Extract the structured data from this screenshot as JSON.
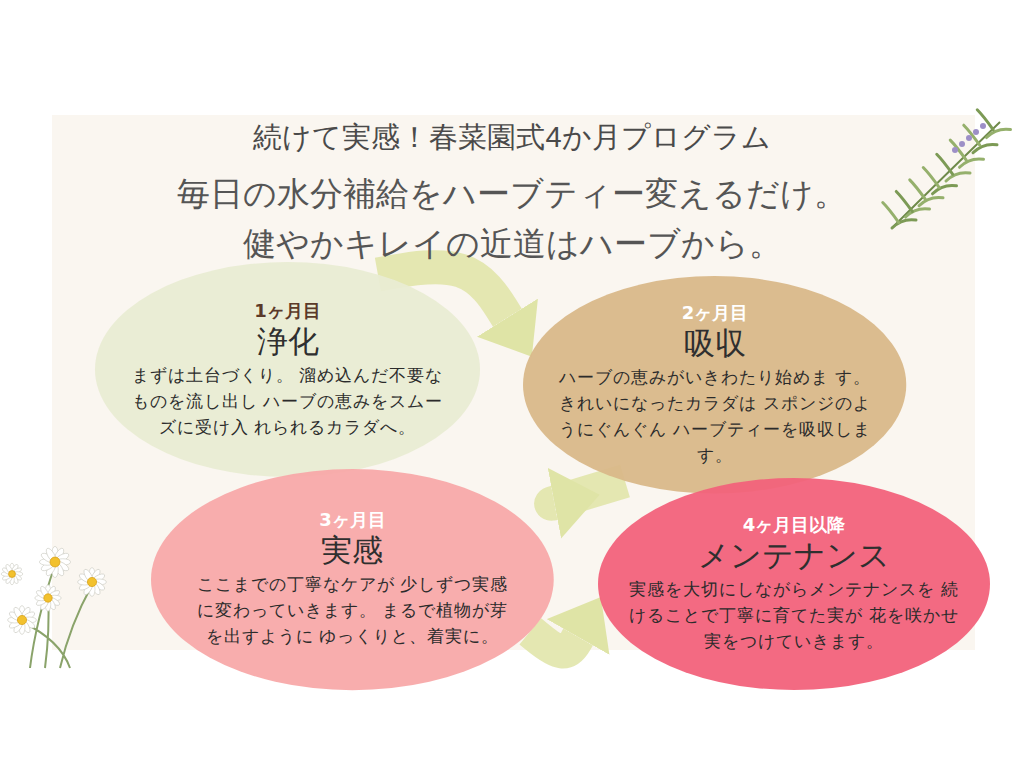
{
  "diagram": {
    "title": "続けて実感！春菜園式4か月プログラム",
    "nodes": [
      {
        "text": [
          "1ヶ月目",
          "浄化",
          "まずは土台づくり。 溜め込んだ不要なものを流し出し ハーブの恵みをスムーズに受け入 れられるカラダへ。"
        ]
      },
      {
        "text": [
          "2ヶ月目",
          "吸収",
          "ハーブの恵みがいきわたり始めま す。きれいになったカラダは スポンジのようにぐんぐん ハーブティーを吸収します。"
        ]
      },
      {
        "text": [
          "3ヶ月目",
          "実感",
          "ここまでの丁寧なケアが 少しずつ実感に変わっていきます。 まるで植物が芽を出すように ゆっくりと、着実に。"
        ]
      },
      {
        "text": [
          "4ヶ月目以降",
          "メンテナンス",
          "実感を大切にしながらメンテナンスを 続けることで丁寧に育てた実が 花を咲かせ 実をつけていきます。"
        ]
      }
    ],
    "edges": [
      {
        "from": 0,
        "to": 1,
        "arrow": "to"
      },
      {
        "from": 1,
        "to": 2,
        "arrow": "to"
      },
      {
        "from": 2,
        "to": 3,
        "arrow": "to"
      }
    ],
    "labels": [
      "毎日の水分補給をハーブティー変えるだけ。",
      "健やかキレイの近道はハーブから。"
    ]
  }
}
